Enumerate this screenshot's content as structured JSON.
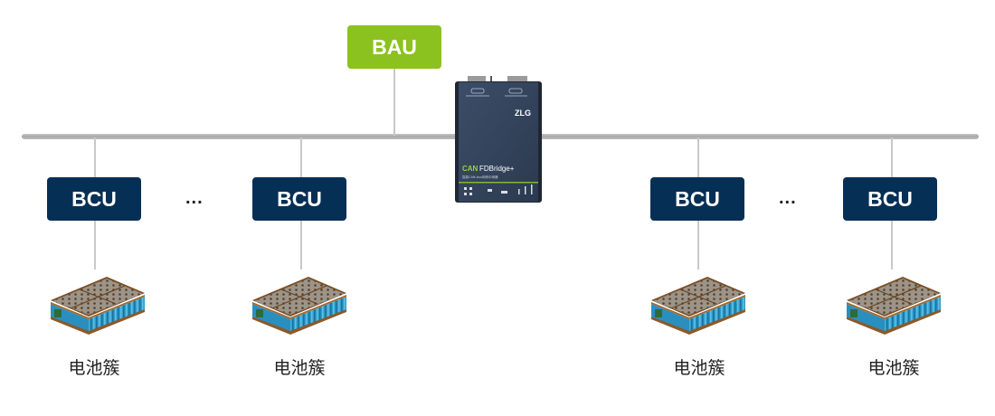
{
  "diagram": {
    "title": "CAN bus battery management topology",
    "controller": {
      "label": "BAU",
      "color": "#8cc21f"
    },
    "bridge": {
      "brand": "ZLG",
      "product_prefix": "CAN",
      "product_name": "FDBridge+",
      "subtitle": "智能CAN-bus网桥中继器"
    },
    "bcu_color": "#062f55",
    "groups": [
      {
        "bcu_label": "BCU",
        "cluster_label": "电池簇"
      },
      {
        "bcu_label": "BCU",
        "cluster_label": "电池簇"
      },
      {
        "bcu_label": "BCU",
        "cluster_label": "电池簇"
      },
      {
        "bcu_label": "BCU",
        "cluster_label": "电池簇"
      }
    ],
    "ellipsis": "..."
  }
}
